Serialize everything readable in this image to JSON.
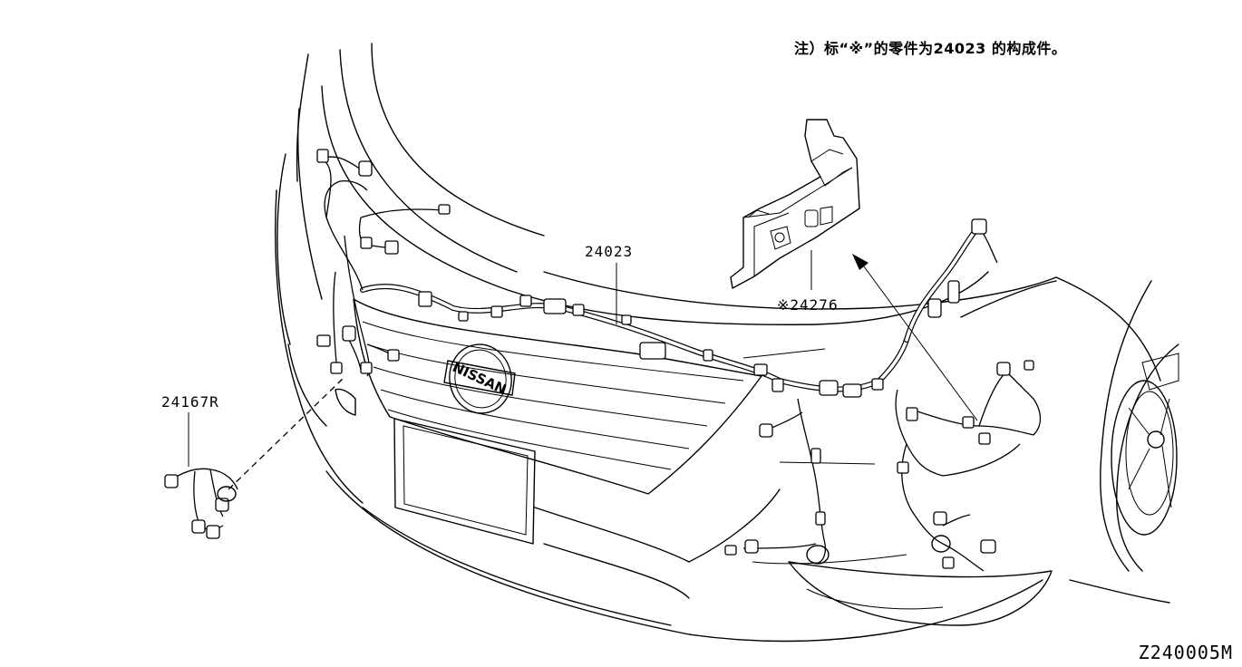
{
  "note": "注）标“※”的零件为24023 的构成件。",
  "parts": {
    "main_harness": "24023",
    "bracket": "※24276",
    "sub_harness": "24167R"
  },
  "logo_text": "NISSAN",
  "diagram_code": "Z240005M"
}
